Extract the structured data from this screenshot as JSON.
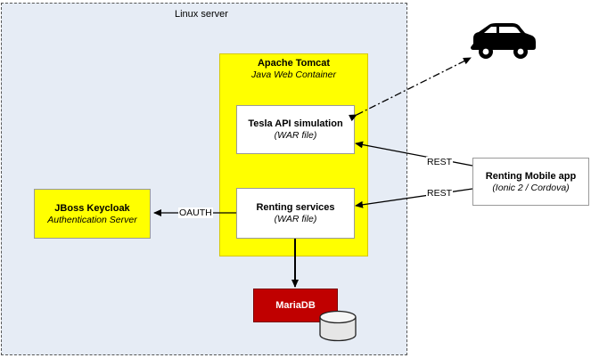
{
  "linux_server": {
    "label": "Linux server"
  },
  "tomcat": {
    "title": "Apache Tomcat",
    "subtitle": "Java Web Container"
  },
  "tesla_api": {
    "title": "Tesla API simulation",
    "subtitle": "(WAR file)"
  },
  "renting_services": {
    "title": "Renting services",
    "subtitle": "(WAR file)"
  },
  "keycloak": {
    "title": "JBoss Keycloak",
    "subtitle": "Authentication Server"
  },
  "mobile_app": {
    "title": "Renting Mobile app",
    "subtitle": "(Ionic 2 / Cordova)"
  },
  "database": {
    "title": "MariaDB"
  },
  "connections": {
    "oauth_label": "OAUTH",
    "rest_label_1": "REST",
    "rest_label_2": "REST"
  },
  "icons": {
    "car": "car-icon",
    "database": "database-cylinder-icon"
  },
  "colors": {
    "server_bg": "#e6ecf5",
    "container_yellow": "#ffff00",
    "db_red": "#c00000"
  }
}
